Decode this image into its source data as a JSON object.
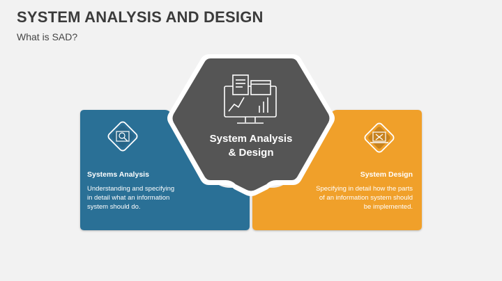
{
  "slide": {
    "title": "SYSTEM ANALYSIS AND DESIGN",
    "subtitle": "What is SAD?"
  },
  "center": {
    "label": "System Analysis\n& Design",
    "icon": "monitor-dashboard-icon"
  },
  "left_block": {
    "heading": "Systems Analysis",
    "body": "Understanding and specifying\nin detail what an information\nsystem should do.",
    "icon": "search-report-icon"
  },
  "right_block": {
    "heading": "System Design",
    "body": "Specifying in detail how the parts\nof an information system should\nbe implemented.",
    "icon": "laptop-tools-icon"
  },
  "colors": {
    "analysis": "#2b6f96",
    "design": "#f0a02a",
    "center": "#555555",
    "title": "#3b3b3b"
  }
}
